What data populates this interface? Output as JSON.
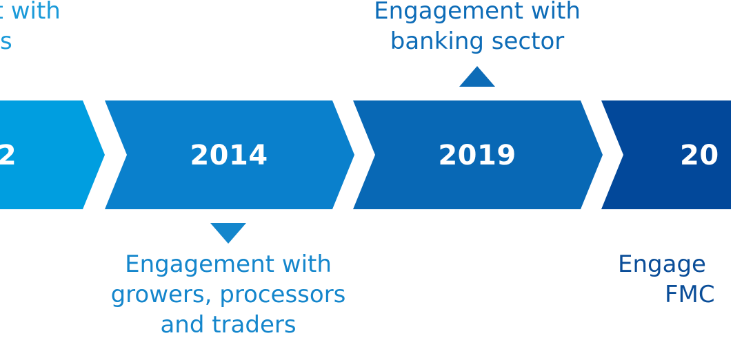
{
  "timeline": {
    "steps": [
      {
        "year": "2",
        "color": "#009ee0"
      },
      {
        "year": "2014",
        "color": "#0a80cc"
      },
      {
        "year": "2019",
        "color": "#0868b5"
      },
      {
        "year": "20",
        "color": "#02489a"
      }
    ],
    "labels": [
      {
        "lines": [
          "nt with",
          "rs"
        ],
        "color": "#1a9ad9"
      },
      {
        "lines": [
          "Engagement with",
          "banking sector"
        ],
        "color": "#0d6cb7"
      },
      {
        "lines": [
          "Engagement with",
          "growers, processors",
          "and traders"
        ],
        "color": "#1486cc"
      },
      {
        "lines": [
          "Engage",
          "FMC"
        ],
        "color": "#0a4d98"
      }
    ],
    "markers": {
      "up_color": "#0d6cb7",
      "down_color": "#1486cc"
    }
  }
}
